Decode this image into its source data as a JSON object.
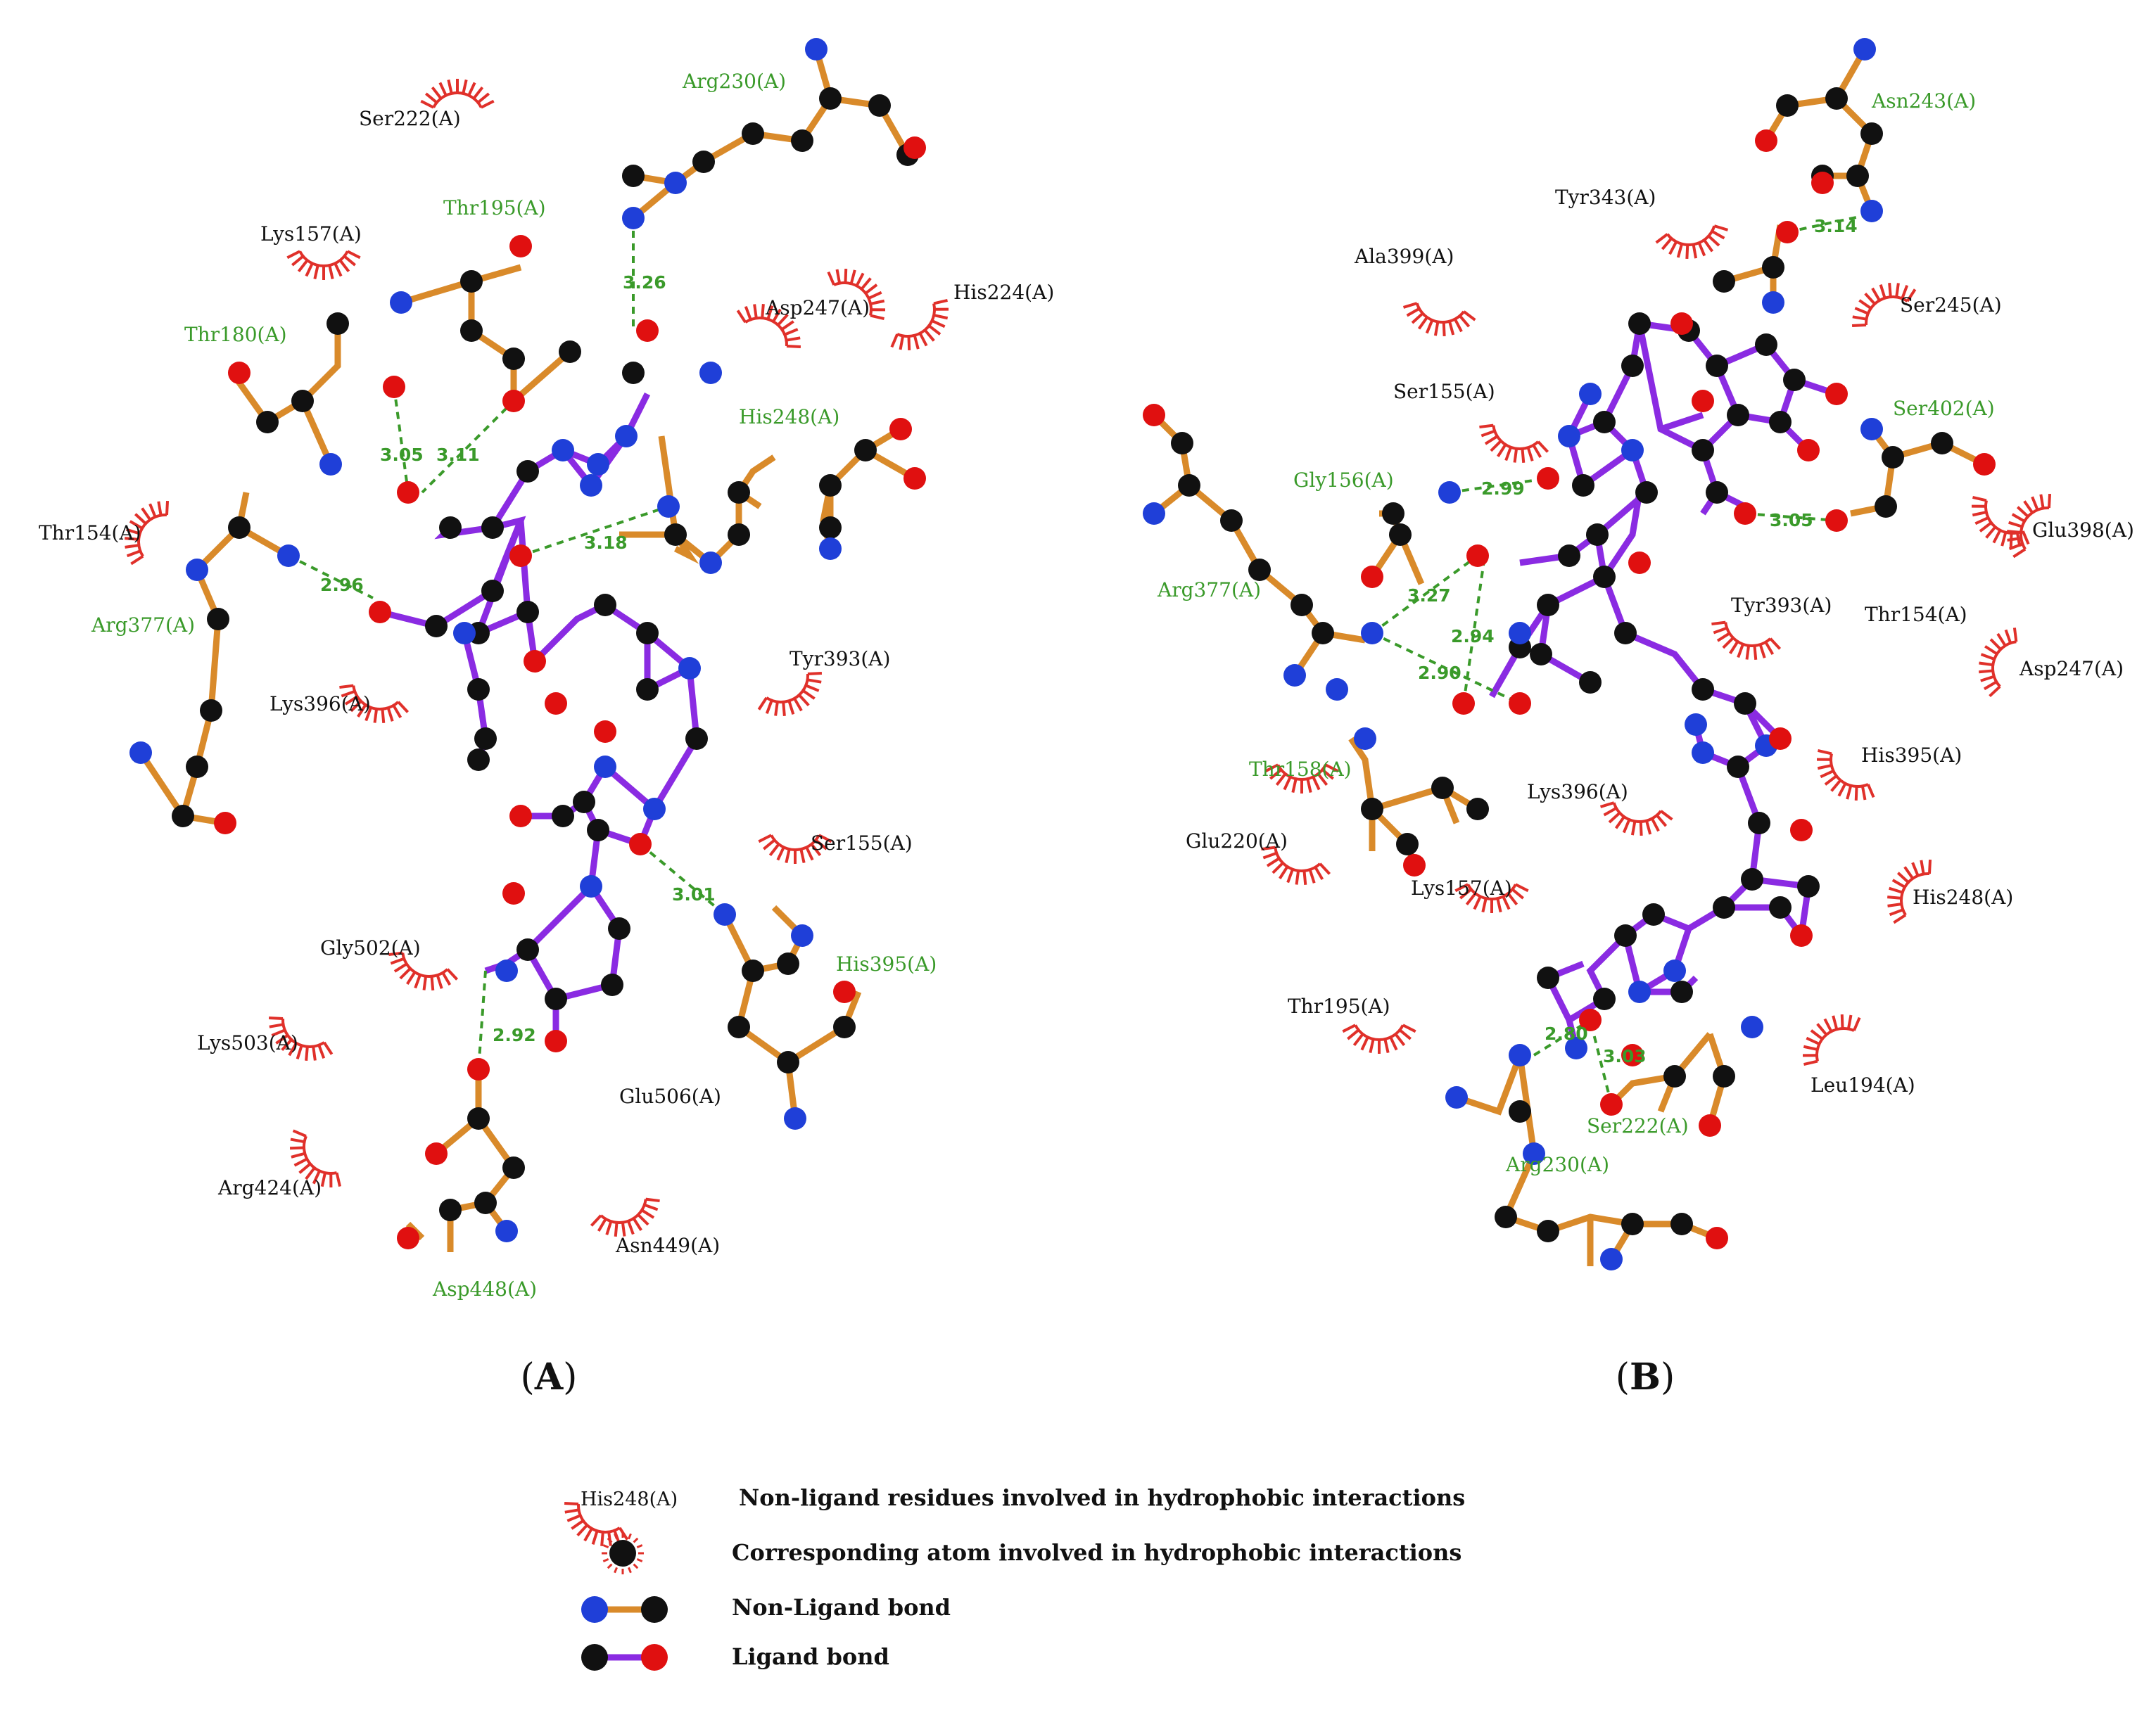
{
  "panels": [
    {
      "id": "A",
      "label_parts": [
        "(",
        "A",
        ")"
      ],
      "residues": [
        {
          "id": "Ser222",
          "text": "Ser222(A)",
          "h_bond": false
        },
        {
          "id": "Arg230",
          "text": "Arg230(A)",
          "h_bond": true
        },
        {
          "id": "Lys157",
          "text": "Lys157(A)",
          "h_bond": false
        },
        {
          "id": "Thr195",
          "text": "Thr195(A)",
          "h_bond": true
        },
        {
          "id": "Thr180",
          "text": "Thr180(A)",
          "h_bond": true
        },
        {
          "id": "Asp247",
          "text": "Asp247(A)",
          "h_bond": false
        },
        {
          "id": "His224",
          "text": "His224(A)",
          "h_bond": false
        },
        {
          "id": "His248",
          "text": "His248(A)",
          "h_bond": true
        },
        {
          "id": "Thr154",
          "text": "Thr154(A)",
          "h_bond": false
        },
        {
          "id": "Arg377",
          "text": "Arg377(A)",
          "h_bond": true
        },
        {
          "id": "Lys396",
          "text": "Lys396(A)",
          "h_bond": false
        },
        {
          "id": "Tyr393",
          "text": "Tyr393(A)",
          "h_bond": false
        },
        {
          "id": "Ser155",
          "text": "Ser155(A)",
          "h_bond": false
        },
        {
          "id": "Gly502",
          "text": "Gly502(A)",
          "h_bond": false
        },
        {
          "id": "His395",
          "text": "His395(A)",
          "h_bond": true
        },
        {
          "id": "Lys503",
          "text": "Lys503(A)",
          "h_bond": false
        },
        {
          "id": "Glu506",
          "text": "Glu506(A)",
          "h_bond": false
        },
        {
          "id": "Arg424",
          "text": "Arg424(A)",
          "h_bond": false
        },
        {
          "id": "Asn449",
          "text": "Asn449(A)",
          "h_bond": false
        },
        {
          "id": "Asp448",
          "text": "Asp448(A)",
          "h_bond": true
        }
      ],
      "hbond_distances": [
        "3.26",
        "3.05",
        "3.11",
        "3.18",
        "2.96",
        "3.01",
        "2.92"
      ]
    },
    {
      "id": "B",
      "label_parts": [
        "(",
        "B",
        ")"
      ],
      "residues": [
        {
          "id": "Asn243",
          "text": "Asn243(A)",
          "h_bond": true
        },
        {
          "id": "Tyr343",
          "text": "Tyr343(A)",
          "h_bond": false
        },
        {
          "id": "Ala399",
          "text": "Ala399(A)",
          "h_bond": false
        },
        {
          "id": "Ser245",
          "text": "Ser245(A)",
          "h_bond": false
        },
        {
          "id": "Ser155",
          "text": "Ser155(A)",
          "h_bond": false
        },
        {
          "id": "Ser402",
          "text": "Ser402(A)",
          "h_bond": true
        },
        {
          "id": "Gly156",
          "text": "Gly156(A)",
          "h_bond": true
        },
        {
          "id": "Glu398",
          "text": "Glu398(A)",
          "h_bond": false
        },
        {
          "id": "Arg377",
          "text": "Arg377(A)",
          "h_bond": true
        },
        {
          "id": "Tyr393",
          "text": "Tyr393(A)",
          "h_bond": false
        },
        {
          "id": "Thr154",
          "text": "Thr154(A)",
          "h_bond": false
        },
        {
          "id": "Asp247",
          "text": "Asp247(A)",
          "h_bond": false
        },
        {
          "id": "Thr158",
          "text": "Thr158(A)",
          "h_bond": true
        },
        {
          "id": "Lys396",
          "text": "Lys396(A)",
          "h_bond": false
        },
        {
          "id": "His395",
          "text": "His395(A)",
          "h_bond": false
        },
        {
          "id": "Glu220",
          "text": "Glu220(A)",
          "h_bond": false
        },
        {
          "id": "Lys157",
          "text": "Lys157(A)",
          "h_bond": false
        },
        {
          "id": "His248",
          "text": "His248(A)",
          "h_bond": false
        },
        {
          "id": "Thr195",
          "text": "Thr195(A)",
          "h_bond": false
        },
        {
          "id": "Leu194",
          "text": "Leu194(A)",
          "h_bond": false
        },
        {
          "id": "Ser222",
          "text": "Ser222(A)",
          "h_bond": true
        },
        {
          "id": "Arg230",
          "text": "Arg230(A)",
          "h_bond": true
        }
      ],
      "hbond_distances": [
        "3.14",
        "2.99",
        "3.05",
        "3.27",
        "2.94",
        "2.90",
        "2.80",
        "3.03"
      ]
    }
  ],
  "legend": {
    "items": [
      {
        "symbol": "hydrophobic-residue",
        "symbol_label": "His248(A)",
        "text": "Non-ligand residues involved in hydrophobic interactions"
      },
      {
        "symbol": "hydrophobic-atom",
        "text": "Corresponding atom involved in hydrophobic interactions"
      },
      {
        "symbol": "non-ligand-bond",
        "text": "Non-Ligand bond"
      },
      {
        "symbol": "ligand-bond",
        "text": "Ligand bond"
      }
    ]
  },
  "colors": {
    "hydrophobic_arc": "#e0302a",
    "hbond_text": "#3a9a2a",
    "residue_text": "#111111",
    "carbon": "#111111",
    "nitrogen": "#1f3fd8",
    "oxygen": "#e01010",
    "ligand_bond": "#8a2be2",
    "nonligand_bond": "#d98a2a"
  }
}
